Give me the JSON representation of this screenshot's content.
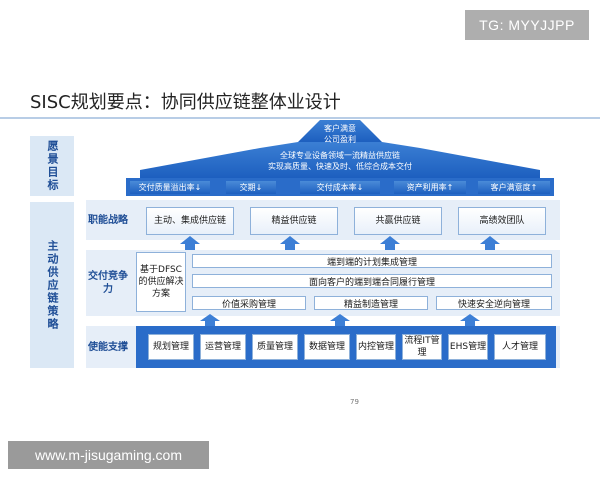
{
  "watermark": {
    "tg": "TG: MYYJJPP",
    "site": "www.m-jisugaming.com"
  },
  "title": "SISC规划要点：协同供应链整体业设计",
  "left_column": {
    "vision": "愿景目标",
    "main": "主动供应链策略"
  },
  "roof": {
    "top_lines": [
      "客户满意",
      "公司盈利"
    ],
    "mid_lines": [
      "全球专业设备领域一流精益供应链",
      "实现高质量、快速及时、低综合成本交付"
    ],
    "indicators": [
      "交付质量溢出率↓",
      "交期↓",
      "交付成本率↓",
      "资产利用率↑",
      "客户满意度↑"
    ]
  },
  "rows": {
    "strategy": {
      "label": "职能战略",
      "items": [
        "主动、集成供应链",
        "精益供应链",
        "共赢供应链",
        "高绩效团队"
      ]
    },
    "competitiveness": {
      "label": "交付竞争力",
      "side_box": "基于DFSC的供应解决方案",
      "bar1": "端到端的计划集成管理",
      "bar2": "面向客户的端到端合同履行管理",
      "bottom": [
        "价值采购管理",
        "精益制造管理",
        "快速安全逆向管理"
      ]
    },
    "enablers": {
      "label": "使能支撑",
      "items": [
        "规划管理",
        "运营管理",
        "质量管理",
        "数据管理",
        "内控管理",
        "流程IT管理",
        "EHS管理",
        "人才管理"
      ]
    }
  },
  "page_number": "79",
  "colors": {
    "roof_dark": "#1d5fbf",
    "roof_light": "#5b9be0",
    "label_text": "#1f4e96",
    "panel_bg": "#dbe8f5"
  }
}
